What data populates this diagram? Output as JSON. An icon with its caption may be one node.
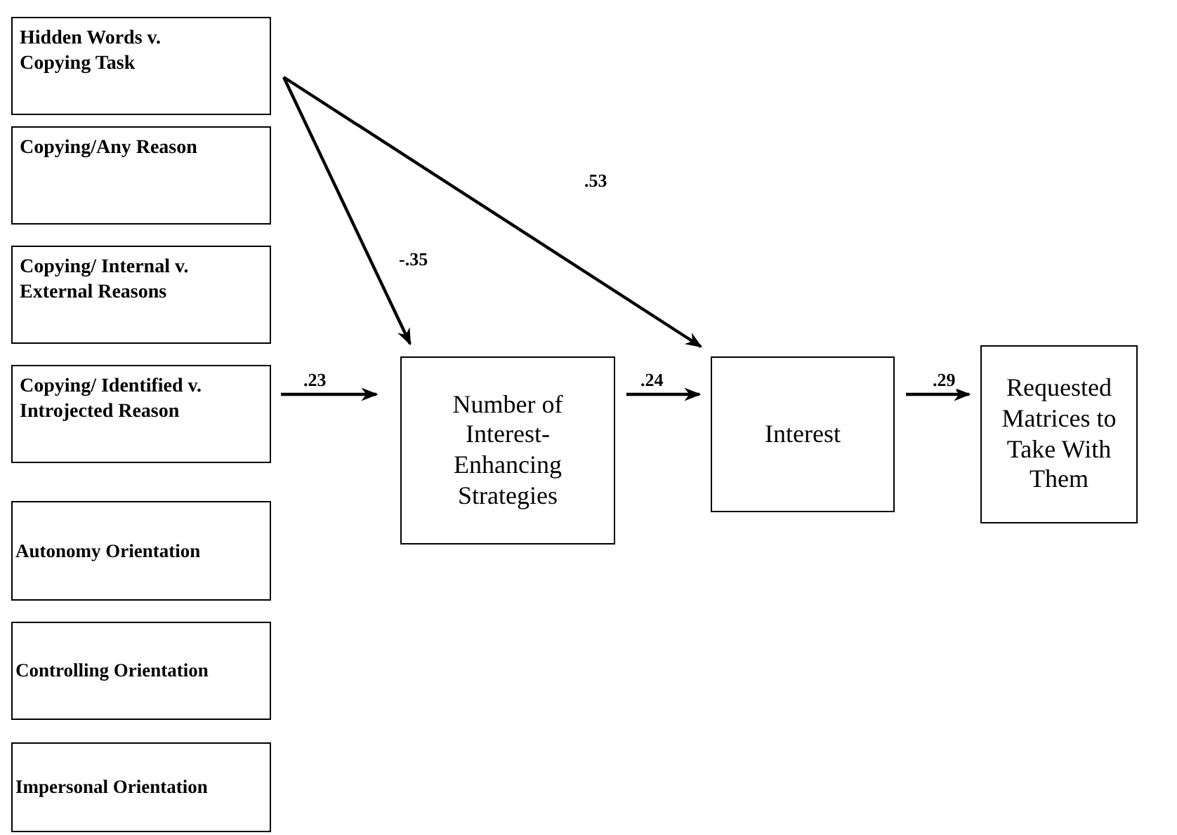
{
  "diagram": {
    "nodes": [
      {
        "text": [
          "Hidden Words v. Copying Task"
        ]
      },
      {
        "text": [
          "Copying/Any Reason"
        ]
      },
      {
        "text": [
          "Copying/ Internal v. External Reasons"
        ]
      },
      {
        "text": [
          "Copying/ Identified v. Introjected Reason"
        ]
      },
      {
        "text": [
          "Autonomy Orientation"
        ]
      },
      {
        "text": [
          "Controlling Orientation"
        ]
      },
      {
        "text": [
          "Impersonal Orientation"
        ]
      },
      {
        "text": [
          "Number of Interest-Enhancing Strategies"
        ]
      },
      {
        "text": [
          "Interest"
        ]
      },
      {
        "text": [
          "Requested Matrices to Take With Them"
        ]
      }
    ],
    "edges": [
      {
        "from": 0,
        "to": 7,
        "arrow": "to",
        "label": "-.35"
      },
      {
        "from": 0,
        "to": 8,
        "arrow": "to",
        "label": ".53"
      },
      {
        "from": 3,
        "to": 7,
        "arrow": "to",
        "label": ".23"
      },
      {
        "from": 7,
        "to": 8,
        "arrow": "to",
        "label": ".24"
      },
      {
        "from": 8,
        "to": 9,
        "arrow": "to",
        "label": ".29"
      }
    ]
  }
}
